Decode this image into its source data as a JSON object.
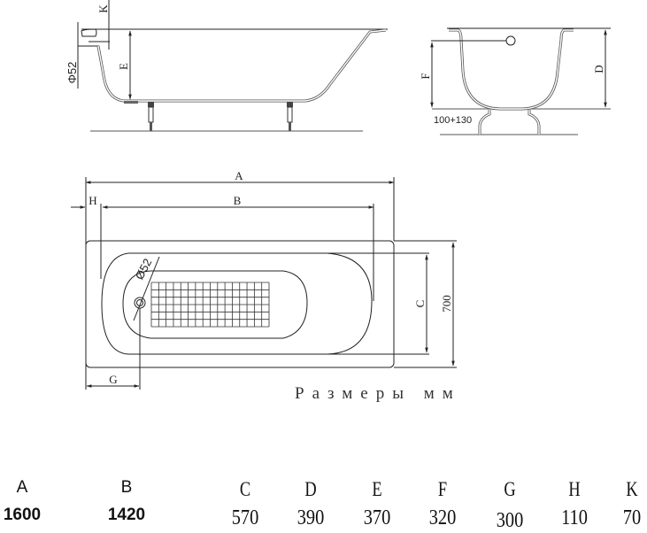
{
  "drawing": {
    "title": "Bathtub dimension drawing",
    "side_view": {
      "labels": {
        "k": "K",
        "e": "E",
        "drain_diameter": "Φ52"
      }
    },
    "end_view": {
      "labels": {
        "f": "F",
        "d": "D",
        "leg_height": "100+130"
      }
    },
    "top_view": {
      "labels": {
        "a": "A",
        "b": "B",
        "h": "H",
        "c": "C",
        "width": "700",
        "g": "G",
        "drain_diameter": "Ø52"
      }
    },
    "caption": "Размеры мм"
  },
  "dimensions_table": {
    "columns": [
      {
        "key": "A",
        "value": "1600"
      },
      {
        "key": "B",
        "value": "1420"
      },
      {
        "key": "C",
        "value": "570"
      },
      {
        "key": "D",
        "value": "390"
      },
      {
        "key": "E",
        "value": "370"
      },
      {
        "key": "F",
        "value": "320"
      },
      {
        "key": "G",
        "value": "300"
      },
      {
        "key": "H",
        "value": "110"
      },
      {
        "key": "K",
        "value": "70"
      }
    ]
  }
}
